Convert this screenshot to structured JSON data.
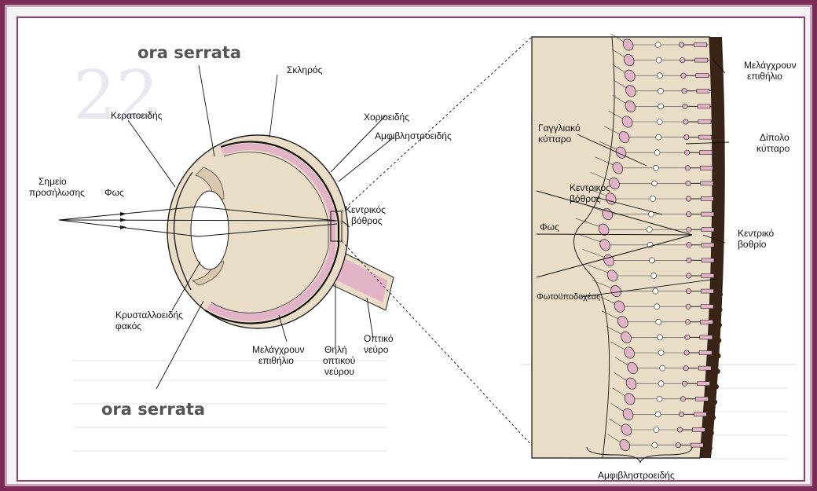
{
  "labels": {
    "ora_top": "ora serrata",
    "ora_bottom": "ora serrata",
    "sclera": "Σκληρός",
    "cornea": "Κερατοειδής",
    "choroid": "Χοριοειδής",
    "retina": "Αμφιβληστροειδής",
    "focal_point_1": "Σημείο",
    "focal_point_2": "προσήλωσης",
    "light_left": "Φως",
    "fovea_eye_1": "Κεντρικός",
    "fovea_eye_2": "βόθρος",
    "lens_1": "Κρυσταλλοειδής",
    "lens_2": "φακός",
    "pigment_eye_1": "Μελάγχρουν",
    "pigment_eye_2": "επιθήλιο",
    "disc_1": "Θηλή",
    "disc_2": "οπτικού",
    "disc_3": "νεύρου",
    "optic_nerve_1": "Οπτικό",
    "optic_nerve_2": "νεύρο",
    "ganglion_1": "Γαγγλιακό",
    "ganglion_2": "κύτταρο",
    "fovea_detail_1": "Κεντρικός",
    "fovea_detail_2": "βόθρος",
    "light_right": "Φως",
    "photoreceptor": "Φωτοϋποδοχέας",
    "pigment_detail_1": "Μελάγχρουν",
    "pigment_detail_2": "επιθήλιο",
    "bipolar_1": "Δίπολο",
    "bipolar_2": "κύτταρο",
    "foveola_1": "Κεντρικό",
    "foveola_2": "βοθρίο",
    "retina_bracket": "Αμφιβληστροειδής"
  },
  "colors": {
    "frame": "#7a2a55",
    "border": "#8e3e68",
    "tissue": "#e9ddc7",
    "retina_pink": "#e2b3c6",
    "pigment": "#3a2418"
  }
}
